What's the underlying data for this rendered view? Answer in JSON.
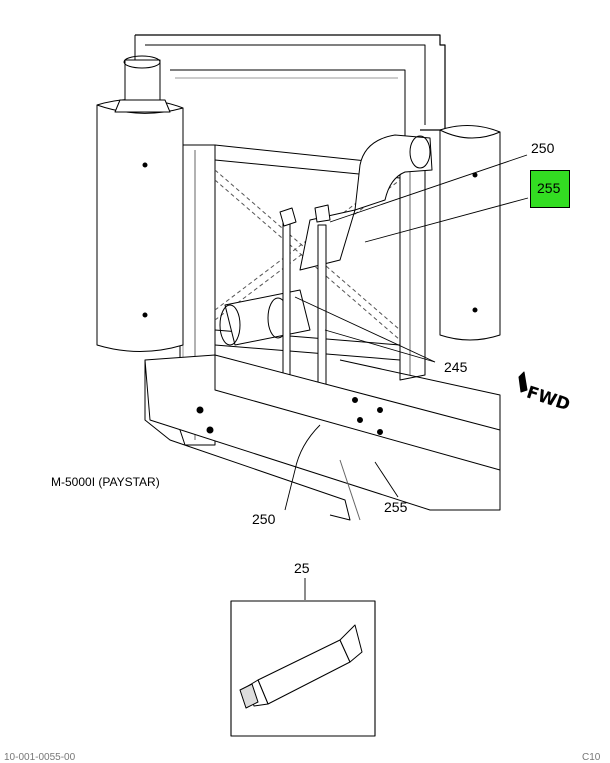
{
  "diagram": {
    "model_caption": "M-5000I (PAYSTAR)",
    "fwd_label": "FWD",
    "callouts": {
      "c250_top": "250",
      "c255_top": "255",
      "c245": "245",
      "c250_bottom": "250",
      "c255_bottom": "255",
      "c25": "25"
    },
    "highlight_color": "#33dd22",
    "footer_left": "10-001-0055-00",
    "footer_right": "C10"
  }
}
